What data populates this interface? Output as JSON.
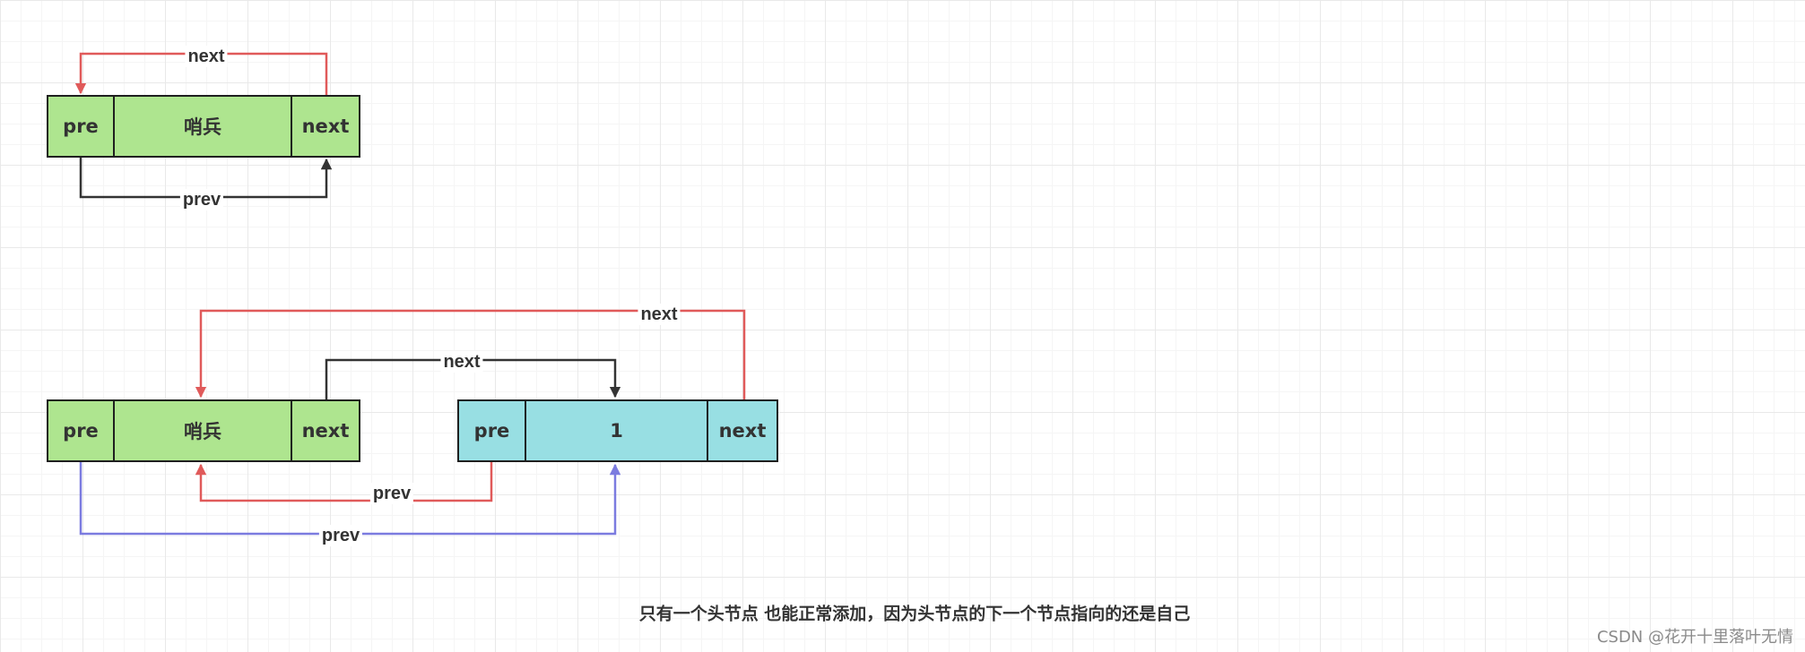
{
  "colors": {
    "node_green": "#aee58f",
    "node_cyan": "#98dfe3",
    "arrow_red": "#e05a5a",
    "arrow_dark": "#333333",
    "arrow_blue": "#7b7bdf"
  },
  "diagram1": {
    "node": {
      "pre": "pre",
      "value": "哨兵",
      "next": "next"
    },
    "edge_next_label": "next",
    "edge_prev_label": "prev"
  },
  "diagram2": {
    "head": {
      "pre": "pre",
      "value": "哨兵",
      "next": "next"
    },
    "node1": {
      "pre": "pre",
      "value": "1",
      "next": "next"
    },
    "edge_next_outer_label": "next",
    "edge_next_inner_label": "next",
    "edge_prev_red_label": "prev",
    "edge_prev_blue_label": "prev"
  },
  "caption": "只有一个头节点 也能正常添加，因为头节点的下一个节点指向的还是自己",
  "watermark": "CSDN @花开十里落叶无情"
}
